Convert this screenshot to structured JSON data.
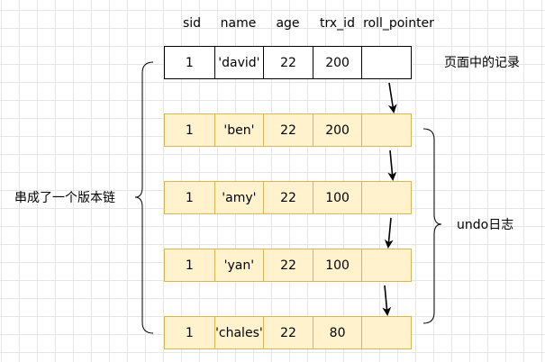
{
  "columns": [
    "sid",
    "name",
    "age",
    "trx_id",
    "roll_pointer"
  ],
  "page_record": [
    "1",
    "'david'",
    "22",
    "200",
    ""
  ],
  "undo_records": [
    [
      "1",
      "'ben'",
      "22",
      "200",
      ""
    ],
    [
      "1",
      "'amy'",
      "22",
      "100",
      ""
    ],
    [
      "1",
      "'yan'",
      "22",
      "100",
      ""
    ],
    [
      "1",
      "'chales'",
      "22",
      "80",
      ""
    ]
  ],
  "labels": {
    "page_record": "页面中的记录",
    "version_chain": "串成了一个版本链",
    "undo_log": "undo日志"
  }
}
